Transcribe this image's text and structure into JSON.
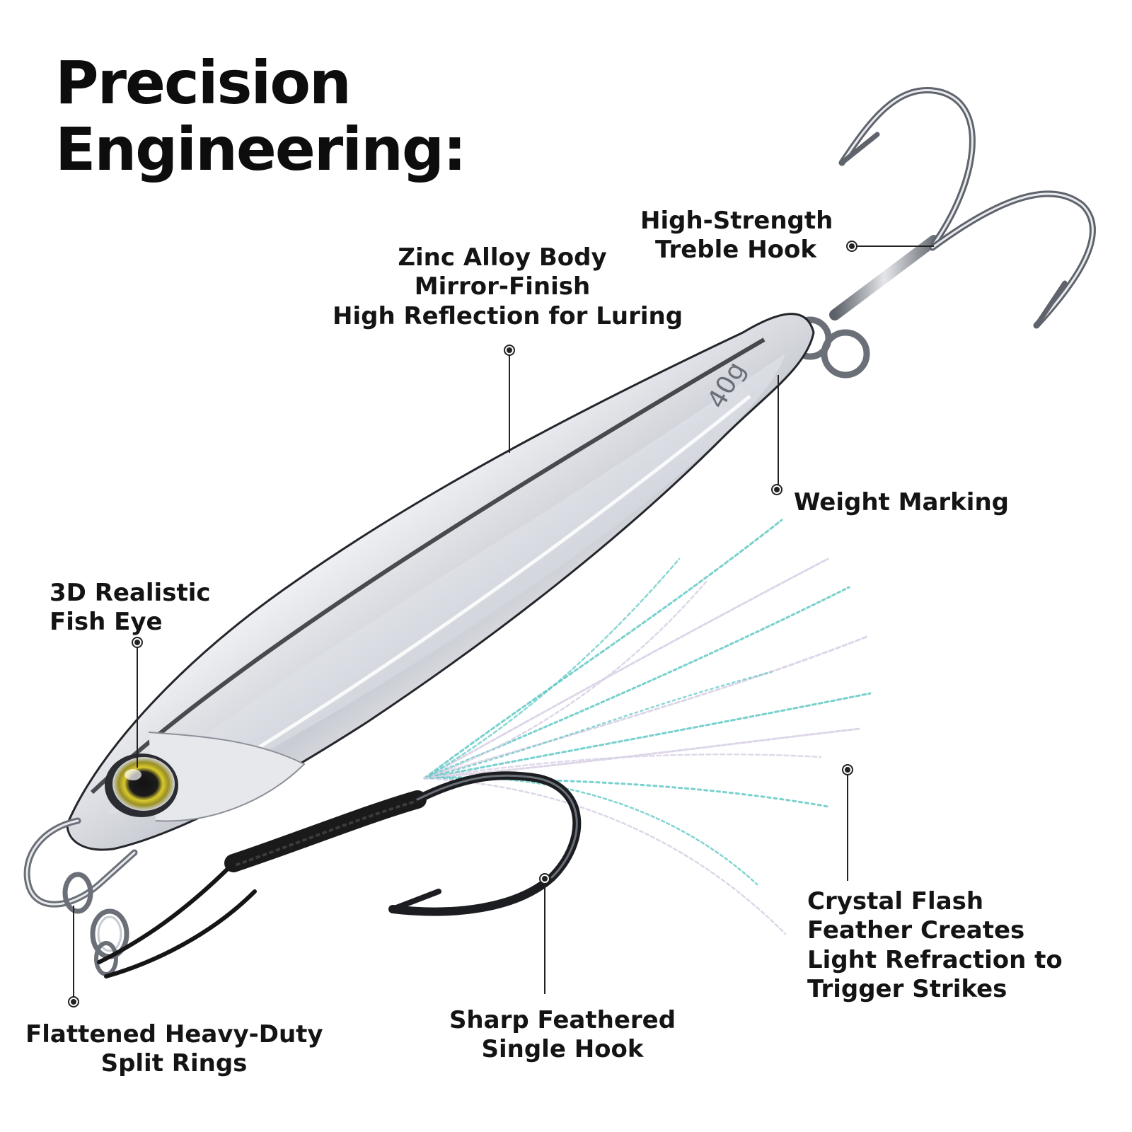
{
  "title": {
    "lines": [
      "Precision",
      "Engineering:"
    ]
  },
  "callouts": {
    "zinc_body": [
      "Zinc Alloy Body",
      "Mirror-Finish",
      "High Reflection for Luring"
    ],
    "treble_hook": [
      "High-Strength",
      "Treble Hook"
    ],
    "weight_marking": [
      "Weight Marking"
    ],
    "fish_eye": [
      "3D Realistic",
      "Fish Eye"
    ],
    "crystal_flash": [
      "Crystal Flash",
      "Feather Creates",
      "Light Refraction to",
      "Trigger Strikes"
    ],
    "single_hook": [
      "Sharp Feathered",
      "Single Hook"
    ],
    "split_rings": [
      "Flattened Heavy-Duty",
      "Split Rings"
    ]
  },
  "product": {
    "weight_stamp": "40g"
  },
  "colors": {
    "text": "#141414",
    "leader_line": "#222222",
    "chrome_dark": "#2b2d33",
    "chrome_light": "#f2f3f6",
    "eye_yellow": "#d8c830",
    "flash_teal": "#56c6c2",
    "flash_pearl": "#d9d2e6"
  }
}
